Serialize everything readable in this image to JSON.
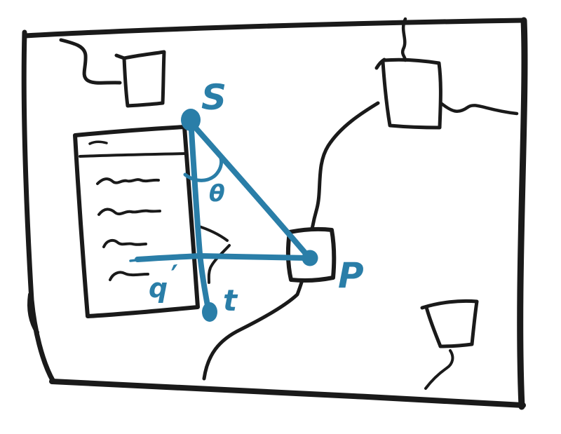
{
  "colors": {
    "paper": "#ffffff",
    "ink": "#1a1a1a",
    "accent": "#2a7ea8"
  },
  "sketch": {
    "labels": {
      "s": "S",
      "theta": "θ",
      "p": "P",
      "q": "q",
      "prime": "′",
      "t": "t"
    }
  }
}
